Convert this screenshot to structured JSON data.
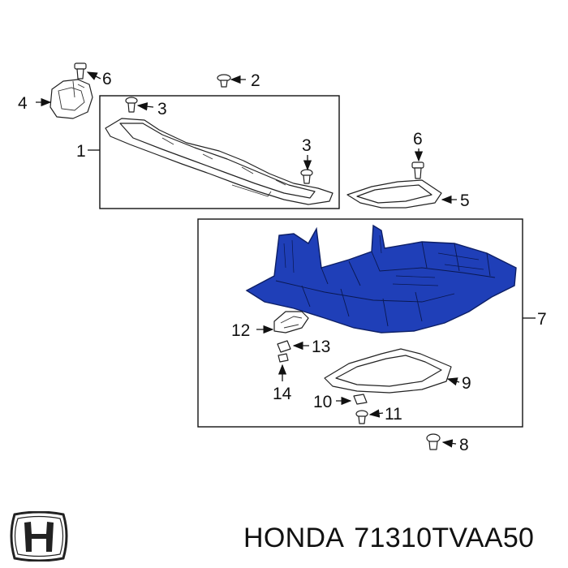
{
  "callouts": {
    "c1": "1",
    "c2": "2",
    "c3a": "3",
    "c3b": "3",
    "c4": "4",
    "c5": "5",
    "c6a": "6",
    "c6b": "6",
    "c7": "7",
    "c8": "8",
    "c9": "9",
    "c10": "10",
    "c11": "11",
    "c12": "12",
    "c13": "13",
    "c14": "14"
  },
  "footer": {
    "brand": "HONDA",
    "part_number": "71310TVAA50"
  },
  "colors": {
    "highlight_part": "#1f3fb8",
    "line": "#111111"
  },
  "logo": {
    "icon": "honda-h-logo-icon"
  }
}
